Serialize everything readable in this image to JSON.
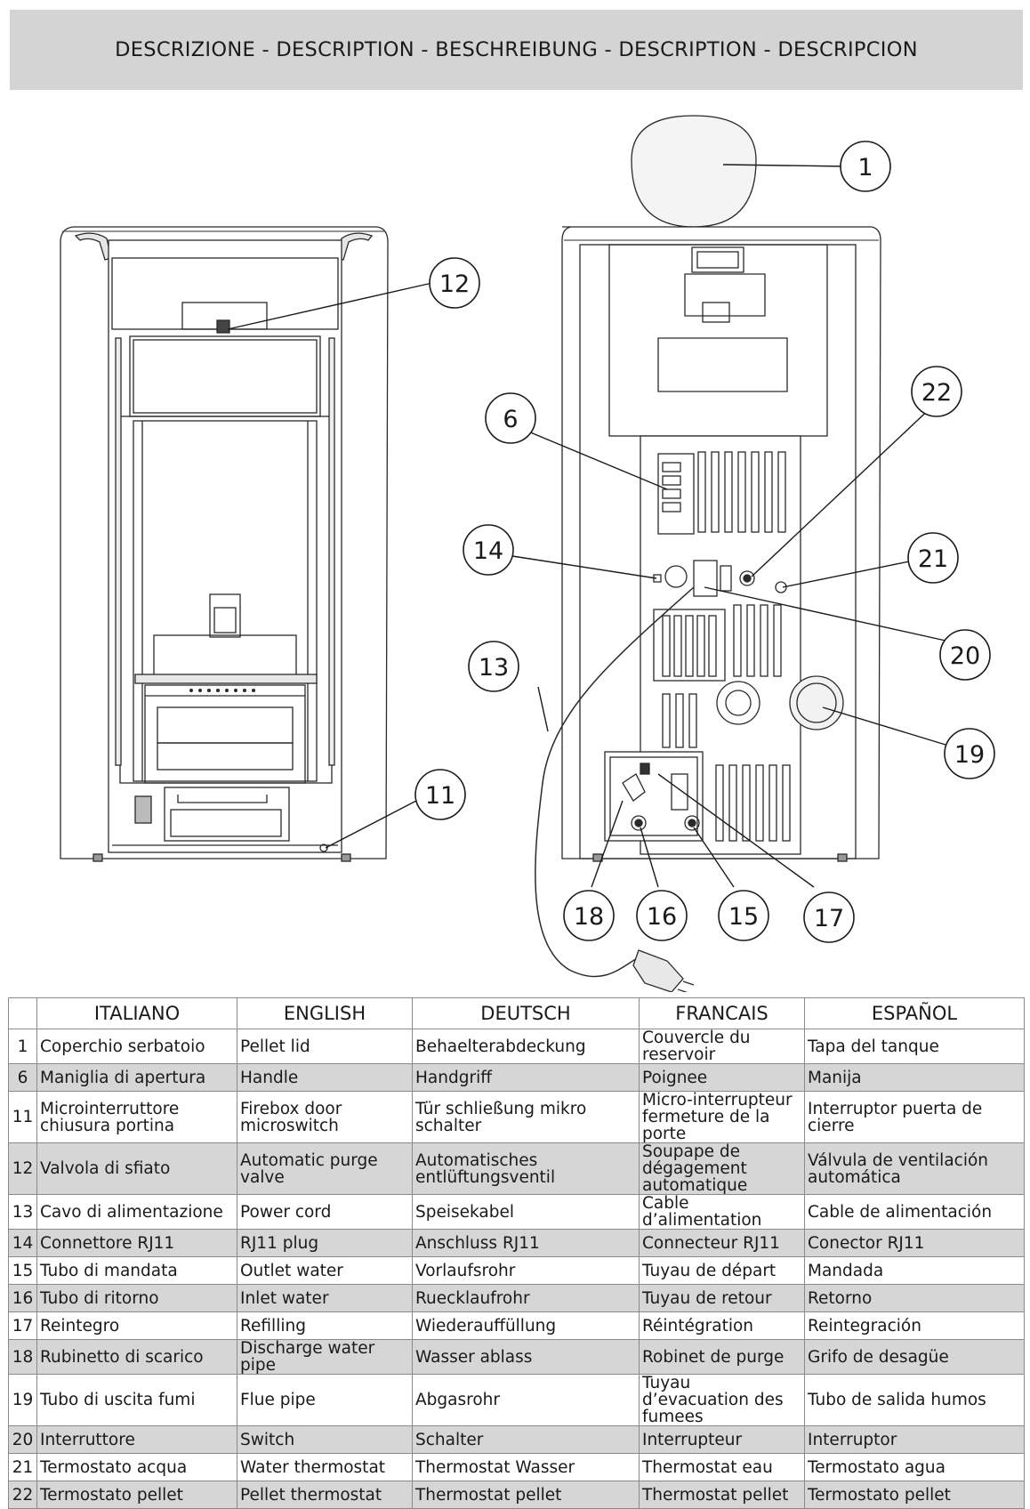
{
  "header": {
    "title": "DESCRIZIONE - DESCRIPTION - BESCHREIBUNG - DESCRIPTION - DESCRIPCION"
  },
  "callouts": [
    "1",
    "12",
    "6",
    "22",
    "14",
    "21",
    "13",
    "20",
    "19",
    "11",
    "18",
    "16",
    "15",
    "17"
  ],
  "table": {
    "columns": [
      "ITALIANO",
      "ENGLISH",
      "DEUTSCH",
      "FRANCAIS",
      "ESPAÑOL"
    ],
    "rows": [
      {
        "num": "1",
        "it": "Coperchio serbatoio",
        "en": "Pellet lid",
        "de": "Behaelterabdeckung",
        "fr": "Couvercle du reservoir",
        "es": "Tapa del tanque"
      },
      {
        "num": "6",
        "it": "Maniglia di apertura",
        "en": "Handle",
        "de": "Handgriff",
        "fr": "Poignee",
        "es": "Manija"
      },
      {
        "num": "11",
        "it": "Microinterruttore chiusura portina",
        "en": "Firebox door microswitch",
        "de": "Tür schließung mikro schalter",
        "fr": "Micro-interrupteur fermeture de la porte",
        "es": "Interruptor puerta de cierre"
      },
      {
        "num": "12",
        "it": "Valvola di sfiato",
        "en": "Automatic purge valve",
        "de": "Automatisches entlüftungsventil",
        "fr": "Soupape de dégagement automatique",
        "es": "Válvula de ventilación automática"
      },
      {
        "num": "13",
        "it": "Cavo di alimentazione",
        "en": "Power cord",
        "de": "Speisekabel",
        "fr": "Cable d’alimentation",
        "es": "Cable de alimentación"
      },
      {
        "num": "14",
        "it": "Connettore RJ11",
        "en": "RJ11 plug",
        "de": "Anschluss RJ11",
        "fr": "Connecteur RJ11",
        "es": "Conector RJ11"
      },
      {
        "num": "15",
        "it": "Tubo di mandata",
        "en": "Outlet water",
        "de": "Vorlaufsrohr",
        "fr": "Tuyau de départ",
        "es": "Mandada"
      },
      {
        "num": "16",
        "it": "Tubo di ritorno",
        "en": "Inlet water",
        "de": "Ruecklaufrohr",
        "fr": "Tuyau de retour",
        "es": "Retorno"
      },
      {
        "num": "17",
        "it": "Reintegro",
        "en": "Refilling",
        "de": "Wiederauffüllung",
        "fr": "Réintégration",
        "es": "Reintegración"
      },
      {
        "num": "18",
        "it": "Rubinetto di scarico",
        "en": "Discharge water pipe",
        "de": "Wasser ablass",
        "fr": "Robinet de purge",
        "es": "Grifo de desagüe"
      },
      {
        "num": "19",
        "it": "Tubo di uscita fumi",
        "en": "Flue pipe",
        "de": "Abgasrohr",
        "fr": "Tuyau d’evacuation des fumees",
        "es": "Tubo de salida humos"
      },
      {
        "num": "20",
        "it": "Interruttore",
        "en": "Switch",
        "de": "Schalter",
        "fr": "Interrupteur",
        "es": "Interruptor"
      },
      {
        "num": "21",
        "it": "Termostato acqua",
        "en": "Water thermostat",
        "de": "Thermostat Wasser",
        "fr": "Thermostat eau",
        "es": "Termostato agua"
      },
      {
        "num": "22",
        "it": "Termostato pellet",
        "en": "Pellet thermostat",
        "de": "Thermostat pellet",
        "fr": "Thermostat pellet",
        "es": "Termostato pellet"
      }
    ]
  }
}
